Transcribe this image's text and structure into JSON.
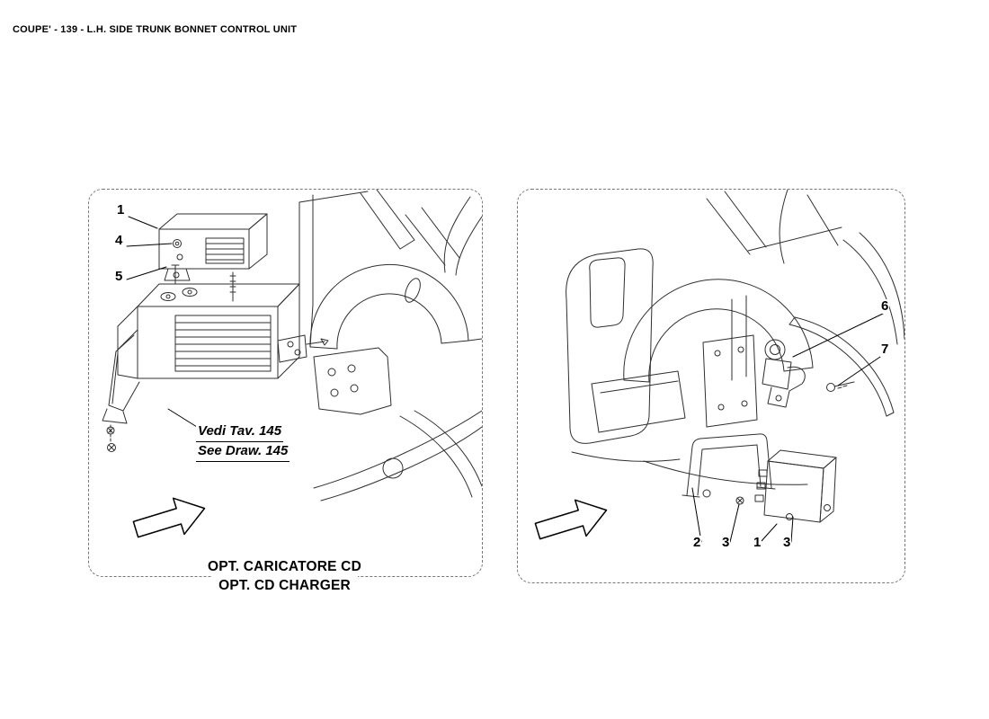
{
  "header": {
    "title": "COUPE' - 139 - L.H. SIDE TRUNK BONNET CONTROL UNIT"
  },
  "left_panel": {
    "callouts": {
      "c1": "1",
      "c4": "4",
      "c5": "5"
    },
    "reference": {
      "line1": "Vedi Tav. 145",
      "line2": "See Draw. 145"
    },
    "caption": {
      "line1": "OPT. CARICATORE CD",
      "line2": "OPT. CD CHARGER"
    }
  },
  "right_panel": {
    "callouts": {
      "c6": "6",
      "c7": "7",
      "c2": "2",
      "c3a": "3",
      "c1": "1",
      "c3b": "3"
    }
  }
}
